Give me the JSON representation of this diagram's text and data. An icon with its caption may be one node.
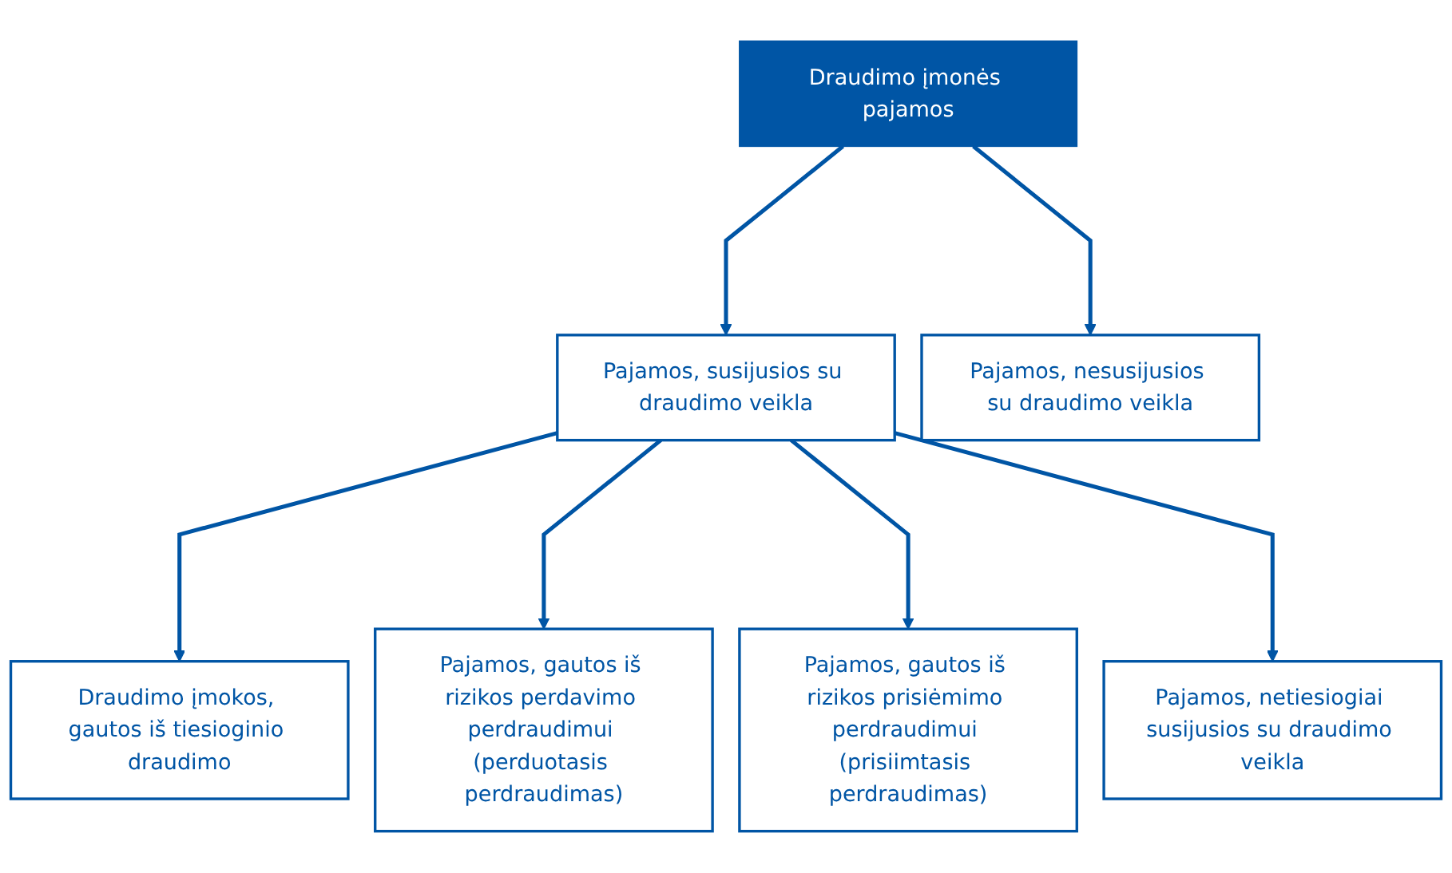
{
  "diagram": {
    "nodes": [
      {
        "text": [
          "Draudimo įmonės pajamos"
        ]
      },
      {
        "text": [
          "Pajamos, susijusios su draudimo veikla"
        ]
      },
      {
        "text": [
          "Pajamos, nesusijusios su draudimo veikla"
        ]
      },
      {
        "text": [
          "Draudimo įmokos, gautos iš tiesioginio draudimo"
        ]
      },
      {
        "text": [
          "Pajamos, gautos iš rizikos perdavimo perdraudimui (perduotasis perdraudimas)"
        ]
      },
      {
        "text": [
          "Pajamos, gautos iš rizikos prisiėmimo perdraudimui (prisiimtasis perdraudimas)"
        ]
      },
      {
        "text": [
          "Pajamos, netiesiogiai susijusios su draudimo veikla"
        ]
      }
    ],
    "edges": [
      {
        "from": 0,
        "to": 1,
        "arrow": "to"
      },
      {
        "from": 0,
        "to": 2,
        "arrow": "to"
      },
      {
        "from": 1,
        "to": 3,
        "arrow": "to"
      },
      {
        "from": 1,
        "to": 4,
        "arrow": "to"
      },
      {
        "from": 1,
        "to": 5,
        "arrow": "to"
      },
      {
        "from": 1,
        "to": 6,
        "arrow": "to"
      }
    ]
  }
}
